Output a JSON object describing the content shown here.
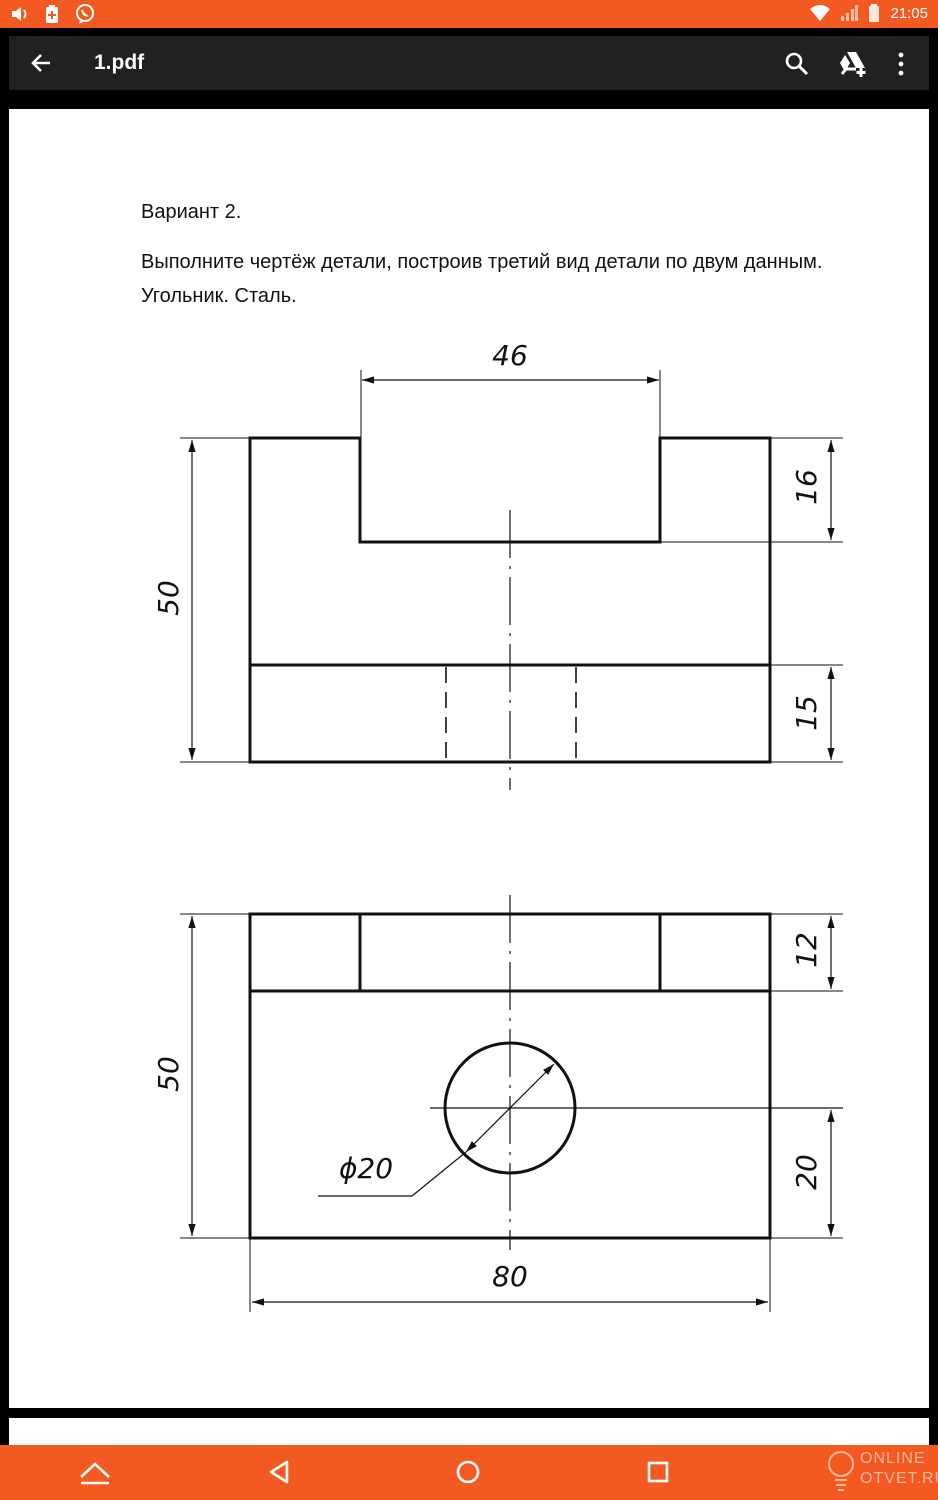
{
  "status_bar": {
    "time": "21:05"
  },
  "app_bar": {
    "title": "1.pdf"
  },
  "document": {
    "line1": "Вариант 2.",
    "line2": "Выполните  чертёж детали, построив третий вид детали по двум данным.",
    "line3": "Угольник. Сталь."
  },
  "drawing": {
    "dim_width_top": "46",
    "dim_height_left_top": "50",
    "dim_right_16": "16",
    "dim_right_15": "15",
    "dim_height_left_bottom": "50",
    "dim_right_12": "12",
    "dim_right_20": "20",
    "dim_diameter": "ϕ20",
    "dim_width_bottom": "80"
  },
  "watermark": {
    "line1": "ONLINE",
    "line2": "OTVET.RU"
  },
  "colors": {
    "accent": "#f25a22",
    "toolbar": "#212121"
  }
}
